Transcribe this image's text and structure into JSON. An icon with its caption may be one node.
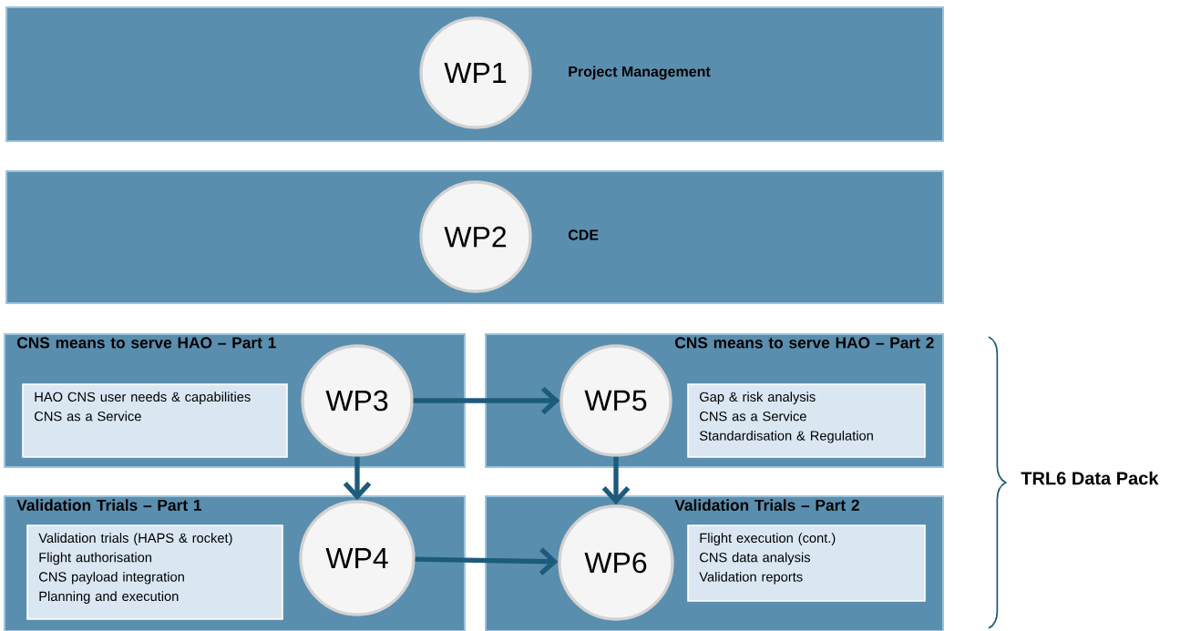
{
  "diagram": {
    "nodes": [
      {
        "text": [
          "Project Management"
        ]
      },
      {
        "text": [
          "WP1"
        ],
        "in": 0
      },
      {
        "text": [
          "CDE"
        ]
      },
      {
        "text": [
          "WP2"
        ],
        "in": 2
      },
      {
        "text": [
          "CNS means to serve HAO – Part 1"
        ]
      },
      {
        "text": [
          "HAO CNS user needs & capabilities",
          "CNS as a Service"
        ],
        "in": 4
      },
      {
        "text": [
          "WP3"
        ],
        "in": 4
      },
      {
        "text": [
          "CNS means to serve HAO – Part 2"
        ]
      },
      {
        "text": [
          "WP5"
        ],
        "in": 7
      },
      {
        "text": [
          "Gap & risk analysis",
          "CNS as a Service",
          "Standardisation & Regulation"
        ],
        "in": 7
      },
      {
        "text": [
          "Validation Trials – Part 1"
        ]
      },
      {
        "text": [
          "Validation trials (HAPS & rocket)",
          "Flight authorisation",
          "CNS payload integration",
          "Planning and execution"
        ],
        "in": 10
      },
      {
        "text": [
          "WP4"
        ],
        "in": 10
      },
      {
        "text": [
          "Validation Trials – Part 2"
        ]
      },
      {
        "text": [
          "WP6"
        ],
        "in": 13
      },
      {
        "text": [
          "Flight execution (cont.)",
          "CNS data analysis",
          "Validation reports"
        ],
        "in": 13
      }
    ],
    "edges": [
      {
        "from": 6,
        "to": 8,
        "arrow": "to"
      },
      {
        "from": 6,
        "to": 12,
        "arrow": "to"
      },
      {
        "from": 8,
        "to": 14,
        "arrow": "to"
      },
      {
        "from": 12,
        "to": 14,
        "arrow": "to"
      }
    ],
    "labels": [
      "TRL6 Data Pack"
    ]
  }
}
